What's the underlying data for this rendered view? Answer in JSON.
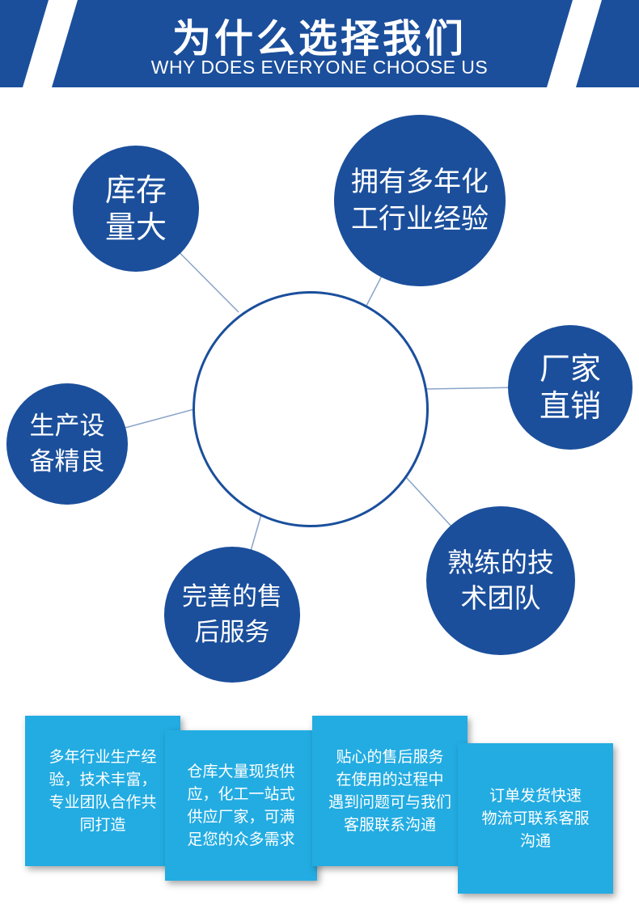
{
  "header": {
    "title": "为什么选择我们",
    "subtitle": "WHY DOES EVERYONE CHOOSE US"
  },
  "features": [
    {
      "id": "inventory",
      "line1": "库存",
      "line2": "量大"
    },
    {
      "id": "experience",
      "line1": "拥有多年化",
      "line2": "工行业经验"
    },
    {
      "id": "direct-sales",
      "line1": "厂家",
      "line2": "直销"
    },
    {
      "id": "technical-team",
      "line1": "熟练的技",
      "line2": "术团队"
    },
    {
      "id": "after-sales",
      "line1": "完善的售",
      "line2": "后服务"
    },
    {
      "id": "equipment",
      "line1": "生产设",
      "line2": "备精良"
    }
  ],
  "cards": [
    {
      "text": "多年行业生产经\n验，技术丰富，\n专业团队合作共\n同打造"
    },
    {
      "text": "仓库大量现货供\n应，化工一站式\n供应厂家，可满\n足您的众多需求"
    },
    {
      "text": "贴心的售后服务\n在使用的过程中\n遇到问题可与我们\n客服联系沟通"
    },
    {
      "text": "订单发货快速\n物流可联系客服\n沟通"
    }
  ],
  "colors": {
    "banner": "#1b4f9c",
    "node": "#1b4f9c",
    "card": "#23ace2"
  }
}
